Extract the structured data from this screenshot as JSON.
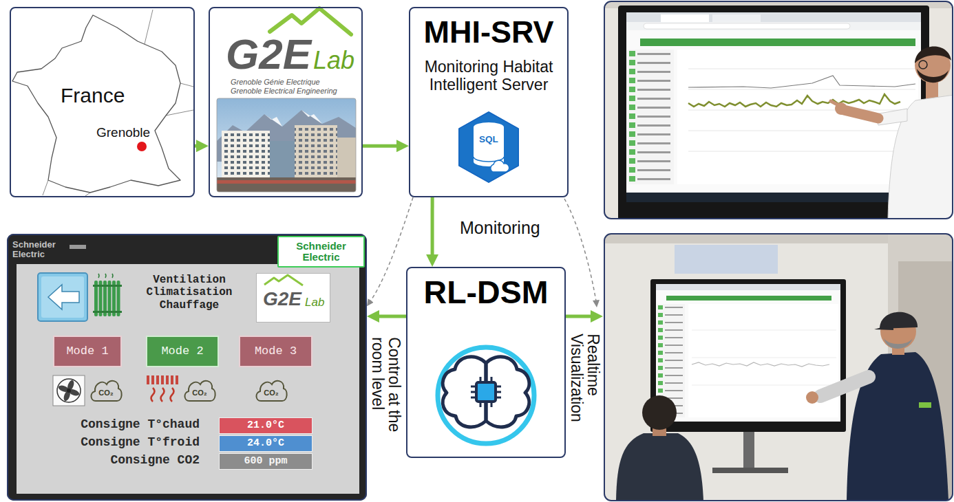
{
  "diagram": {
    "nodes": [
      {
        "text": [
          "France",
          "Grenoble"
        ]
      },
      {
        "text": [
          "G2E",
          "Lab",
          "Grenoble Génie Electrique",
          "Grenoble Electrical Engineering"
        ]
      },
      {
        "text": [
          "MHI-SRV",
          "Monitoring Habitat Intelligent Server"
        ]
      },
      {
        "text": [
          "SQL"
        ],
        "in": 2
      },
      {
        "text": [
          "Schneider Electric",
          "Ventilation Climatisation Chauffage",
          "Consigne T°chaud",
          "Consigne T°froid",
          "Consigne CO2"
        ]
      },
      {
        "text": [
          "Schneider Electric"
        ],
        "in": 4
      },
      {
        "text": [
          "G2E",
          "Lab"
        ],
        "in": 4
      },
      {
        "text": [
          "Mode 1"
        ],
        "in": 4
      },
      {
        "text": [
          "Mode 2"
        ],
        "in": 4
      },
      {
        "text": [
          "Mode 3"
        ],
        "in": 4
      },
      {
        "text": [
          "CO₂"
        ],
        "in": 4
      },
      {
        "text": [
          "CO₂"
        ],
        "in": 4
      },
      {
        "text": [
          "CO₂"
        ],
        "in": 4
      },
      {
        "text": [
          "21.0°C"
        ],
        "in": 4
      },
      {
        "text": [
          "24.0°C"
        ],
        "in": 4
      },
      {
        "text": [
          "600 ppm"
        ],
        "in": 4
      },
      {
        "text": [
          "RL-DSM"
        ]
      }
    ],
    "edges": [
      {
        "from": 0,
        "to": 1,
        "arrow": "to"
      },
      {
        "from": 1,
        "to": 2,
        "arrow": "to"
      },
      {
        "from": 2,
        "to": 16,
        "label": "Monitoring",
        "arrow": "to"
      },
      {
        "from": 16,
        "to": 4,
        "label": "Control at the room level",
        "arrow": "to"
      },
      {
        "from": 2,
        "to": 4,
        "arrow": "to"
      }
    ],
    "labels": [
      "Realtime Visualization"
    ]
  }
}
